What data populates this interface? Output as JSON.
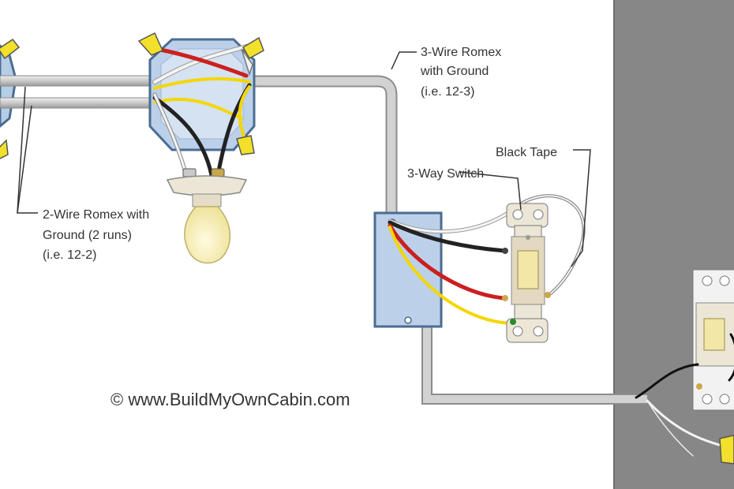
{
  "labels": {
    "three_wire_romex": [
      "3-Wire Romex",
      "with Ground",
      "(i.e. 12-3)"
    ],
    "black_tape": "Black Tape",
    "three_way_switch": "3-Way Switch",
    "two_wire_romex": [
      "2-Wire Romex with",
      "Ground (2 runs)",
      "(i.e. 12-2)"
    ]
  },
  "credit": "© www.BuildMyOwnCabin.com",
  "colors": {
    "background": "#ffffff",
    "wall": "#878787",
    "cable": "#cfcfcf",
    "junction_box": "#bcd0ea",
    "wire_black": "#222222",
    "wire_red": "#cc1f1f",
    "wire_white": "#f4f4f4",
    "wire_yellow": "#f4d600",
    "wire_nut": "#f2e02a",
    "switch_body": "#ece6d6",
    "bulb": "#f7f1bf"
  },
  "icons": {
    "light_fixture": "light-bulb-icon",
    "ceiling_box": "octagon-junction-box-icon",
    "switch": "three-way-switch-icon",
    "wire_nut": "wire-nut-icon"
  }
}
